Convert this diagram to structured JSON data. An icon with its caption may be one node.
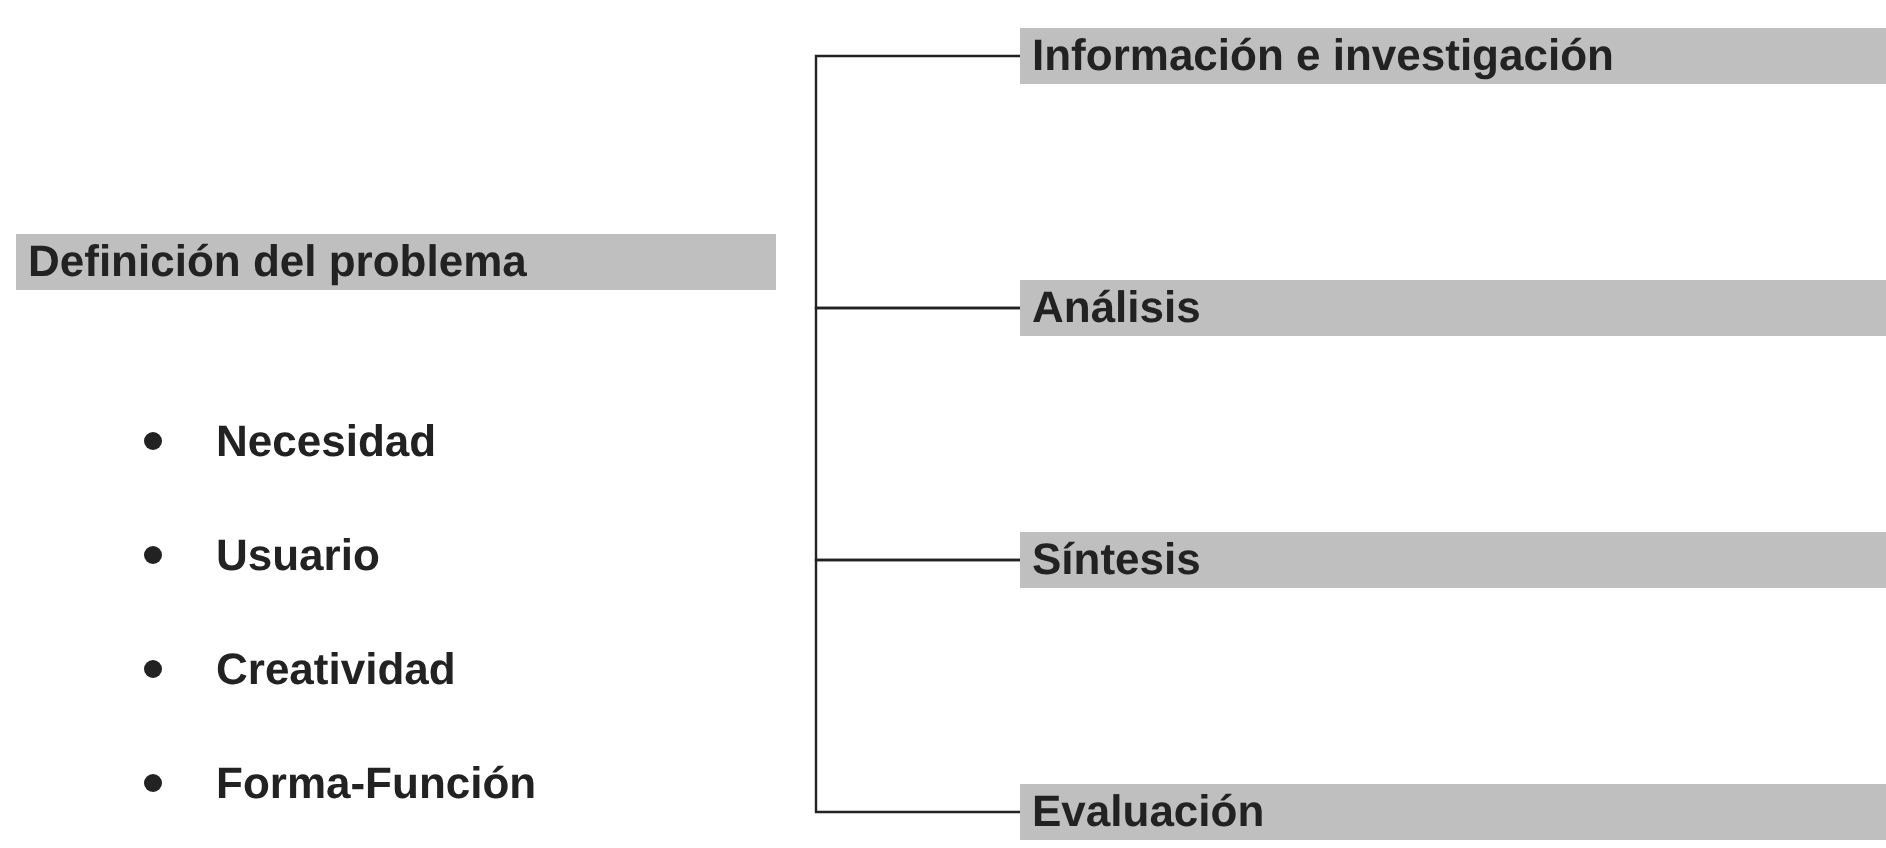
{
  "diagram": {
    "nodes": [
      {
        "text": [
          "Definición del problema"
        ]
      },
      {
        "text": [
          "Información e investigación"
        ]
      },
      {
        "text": [
          "Análisis"
        ]
      },
      {
        "text": [
          "Síntesis"
        ]
      },
      {
        "text": [
          "Evaluación"
        ]
      }
    ],
    "edges": [
      {
        "from": 1,
        "to": 2,
        "arrow": "none"
      },
      {
        "from": 2,
        "to": 3,
        "arrow": "none"
      },
      {
        "from": 3,
        "to": 4,
        "arrow": "none"
      }
    ],
    "labels": [
      "Necesidad",
      "Usuario",
      "Creatividad",
      "Forma-Función"
    ]
  }
}
